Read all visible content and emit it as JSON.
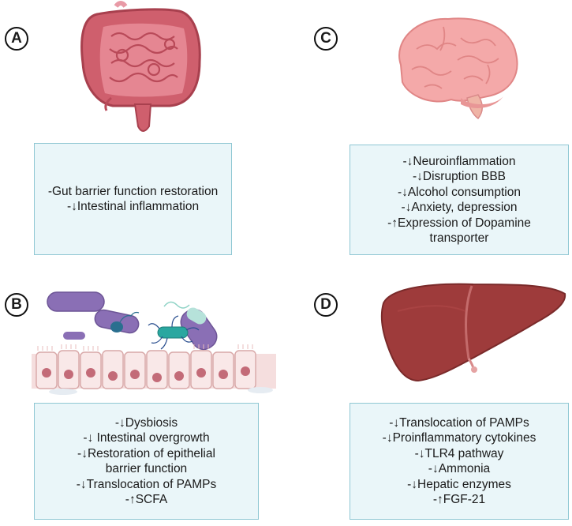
{
  "panels": [
    {
      "label": "A",
      "items": [
        "-Gut barrier function restoration",
        "-↓Intestinal inflammation"
      ]
    },
    {
      "label": "B",
      "items": [
        "-↓Dysbiosis",
        "-↓ Intestinal overgrowth",
        "-↓Restoration of epithelial barrier function",
        "-↓Translocation of PAMPs",
        "-↑SCFA"
      ]
    },
    {
      "label": "C",
      "items": [
        "-↓Neuroinflammation",
        "-↓Disruption BBB",
        "-↓Alcohol consumption",
        "-↓Anxiety, depression",
        "-↑Expression of Dopamine transporter"
      ]
    },
    {
      "label": "D",
      "items": [
        "-↓Translocation of PAMPs",
        "-↓Proinflammatory cytokines",
        "-↓TLR4 pathway",
        "-↓Ammonia",
        "-↓Hepatic enzymes",
        "-↑FGF-21"
      ]
    }
  ],
  "colors": {
    "box_fill": "#eaf6f9",
    "box_border": "#8fc7d3",
    "intestine": "#d9707a",
    "brain": "#f2a6a6",
    "liver": "#9e3b3b",
    "bacteria_purple": "#8a6fb5",
    "bacteria_teal": "#2aa7a0"
  },
  "icons": [
    "intestine-icon",
    "bacteria-epithelium-icon",
    "brain-icon",
    "liver-icon"
  ]
}
